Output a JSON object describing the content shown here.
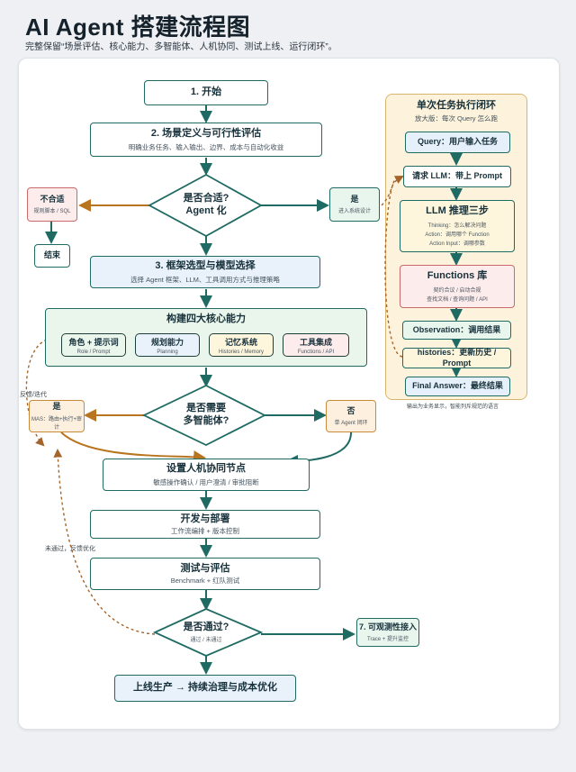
{
  "header": {
    "title": "AI Agent 搭建流程图",
    "subtitle": "完整保留“场景评估、核心能力、多智能体、人机协同、测试上线、运行闭环”。"
  },
  "flow": {
    "start": "1. 开始",
    "scene_title": "2. 场景定义与可行性评估",
    "scene_sub": "明确业务任务、输入输出、边界、成本与自动化收益",
    "fit_q1": "是否合适?",
    "fit_q2": "Agent 化",
    "unfit_title": "不合适",
    "unfit_sub": "规则脚本 / SQL",
    "end": "结束",
    "fit_yes_title": "是",
    "fit_yes_sub": "进入系统设计",
    "framework_title": "3. 框架选型与模型选择",
    "framework_sub": "选择 Agent 框架、LLM、工具调用方式与推理策略",
    "core_title": "构建四大核心能力",
    "core_items": [
      {
        "title": "角色 + 提示词",
        "sub": "Role / Prompt"
      },
      {
        "title": "规划能力",
        "sub": "Planning"
      },
      {
        "title": "记忆系统",
        "sub": "Histories / Memory"
      },
      {
        "title": "工具集成",
        "sub": "Functions / API"
      }
    ],
    "multi_q1": "是否需要",
    "multi_q2": "多智能体?",
    "multi_yes_title": "是",
    "multi_yes_sub": "MAS：路由+执行+审计",
    "multi_no_title": "否",
    "multi_no_sub": "单 Agent 闭环",
    "return_label": "反馈/迭代",
    "hitl_title": "设置人机协同节点",
    "hitl_sub": "敏感操作确认 / 用户澄清 / 审批阻断",
    "deploy_title": "开发与部署",
    "deploy_sub": "工作流编排 + 版本控制",
    "test_title": "测试与评估",
    "test_sub": "Benchmark + 红队测试",
    "fail_label": "未通过，反馈优化",
    "pass_q1": "是否通过?",
    "pass_q2": "通过 / 未通过",
    "observe_title": "7. 可观测性接入",
    "observe_sub": "Trace + 提升监控",
    "launch": "上线生产 → 持续治理与成本优化"
  },
  "loop": {
    "title": "单次任务执行闭环",
    "sub": "放大版：每次 Query 怎么跑",
    "query": "Query：用户输入任务",
    "request": "请求 LLM：带上 Prompt",
    "llm_title": "LLM 推理三步",
    "llm_lines": [
      "Thinking：怎么解决问题",
      "Action：调用哪个 Function",
      "Action Input：调哪参数"
    ],
    "fn_title": "Functions 库",
    "fn_lines": [
      "契约合议 / 启动合规",
      "查找文档 / 查询问题 / API"
    ],
    "observation": "Observation：调用结果",
    "histories": "histories：更新历史 / Prompt",
    "final": "Final Answer：最终结果",
    "footnote": "输出为业务显示，智能列斥规范的语言"
  }
}
